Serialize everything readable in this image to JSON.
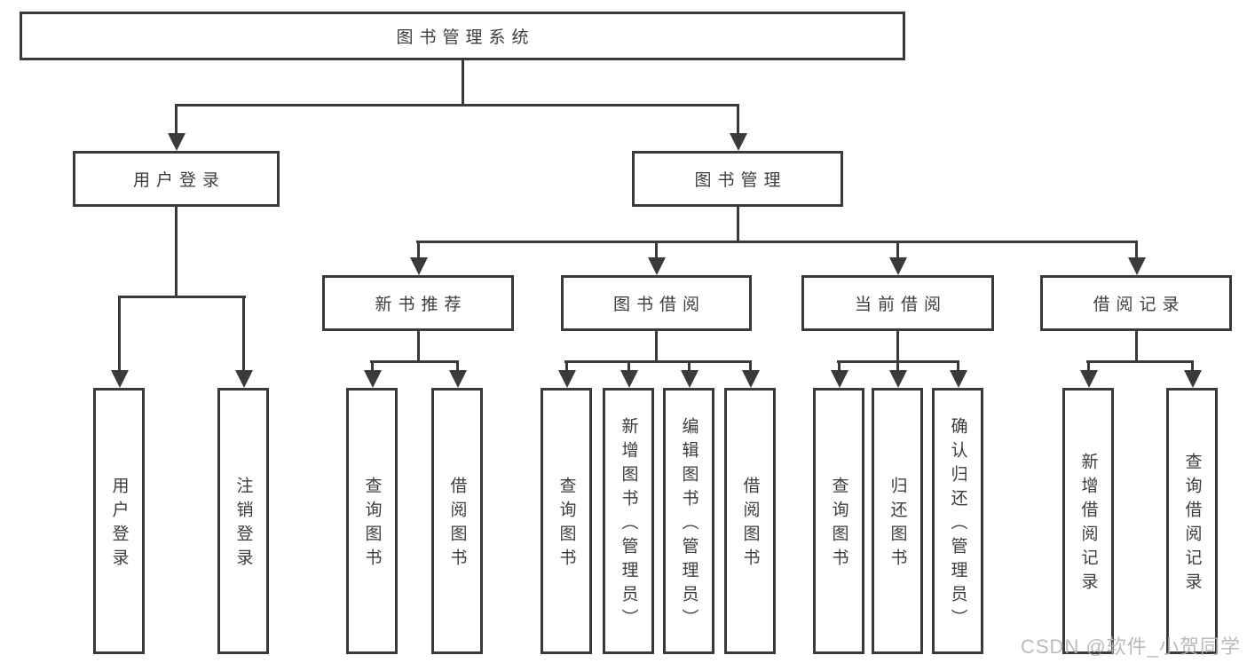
{
  "tree": {
    "root": {
      "label": "图书管理系统"
    },
    "branches": [
      {
        "label": "用户登录",
        "children": [
          {
            "label": "用户登录"
          },
          {
            "label": "注销登录"
          }
        ]
      },
      {
        "label": "图书管理",
        "children": [
          {
            "label": "新书推荐",
            "children": [
              {
                "label": "查询图书"
              },
              {
                "label": "借阅图书"
              }
            ]
          },
          {
            "label": "图书借阅",
            "children": [
              {
                "label": "查询图书"
              },
              {
                "label": "新增图书（管理员）"
              },
              {
                "label": "编辑图书（管理员）"
              },
              {
                "label": "借阅图书"
              }
            ]
          },
          {
            "label": "当前借阅",
            "children": [
              {
                "label": "查询图书"
              },
              {
                "label": "归还图书"
              },
              {
                "label": "确认归还（管理员）"
              }
            ]
          },
          {
            "label": "借阅记录",
            "children": [
              {
                "label": "新增借阅记录"
              },
              {
                "label": "查询借阅记录"
              }
            ]
          }
        ]
      }
    ]
  },
  "watermark": {
    "text": "CSDN @软件_小贺同学"
  },
  "colors": {
    "line": "#3a3a3a",
    "text": "#3d3d3d",
    "watermark_text": "#b1b1b1",
    "background": "#ffffff"
  }
}
